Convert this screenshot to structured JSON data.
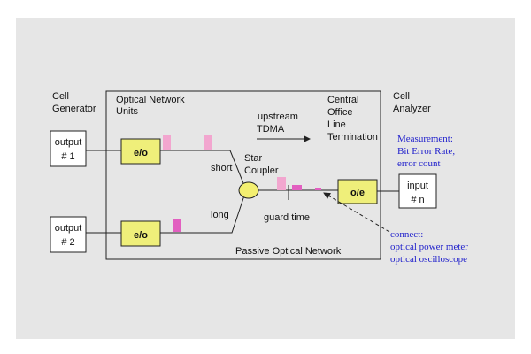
{
  "colors": {
    "background": "#e6e6e6",
    "converter_fill": "#efef7a",
    "pulse_light": "#f2a6cf",
    "pulse_strong": "#e25fc0",
    "coupler_fill": "#f3ef70",
    "blue_text": "#2222cc",
    "line": "#222222"
  },
  "labels": {
    "cell_generator": [
      "Cell",
      "Generator"
    ],
    "onu": [
      "Optical Network",
      "Units"
    ],
    "central_office": [
      "Central",
      "Office",
      "Line",
      "Termination"
    ],
    "cell_analyzer": [
      "Cell",
      "Analyzer"
    ],
    "upstream": [
      "upstream",
      "TDMA"
    ],
    "short": "short",
    "long": "long",
    "star_coupler": [
      "Star",
      "Coupler"
    ],
    "guard_time": "guard time",
    "pon": "Passive Optical Network"
  },
  "blocks": {
    "output1": [
      "output",
      "# 1"
    ],
    "output2": [
      "output",
      "# 2"
    ],
    "eo1": "e/o",
    "eo2": "e/o",
    "oe": "o/e",
    "input": [
      "input",
      "# n"
    ]
  },
  "measurement": [
    "Measurement:",
    "Bit Error Rate,",
    "error count"
  ],
  "connect": [
    "connect:",
    "optical power meter",
    "optical oscilloscope"
  ]
}
